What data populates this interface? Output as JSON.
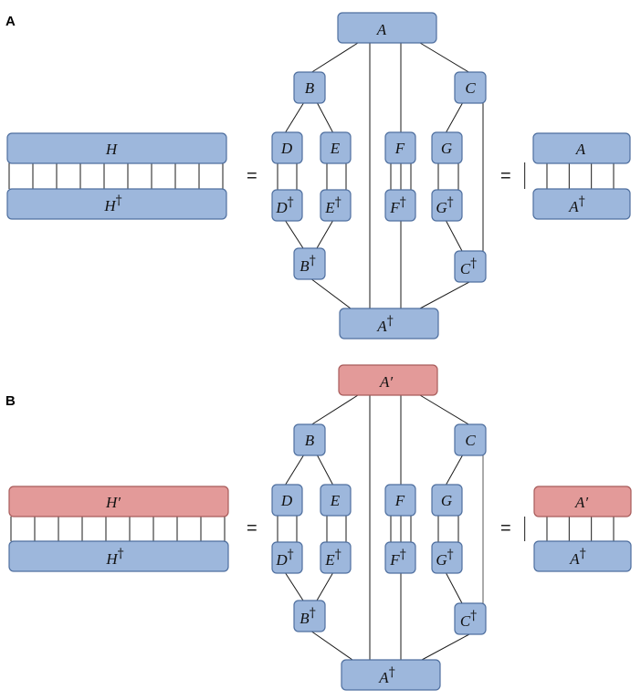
{
  "colors": {
    "blue_fill": "#9db7dc",
    "blue_stroke": "#4f6f9f",
    "red_fill": "#e39a99",
    "red_stroke": "#a85c5b"
  },
  "panels": {
    "a": {
      "label": "A",
      "left": {
        "top": "H",
        "bottom": "H",
        "bottom_mark": "†"
      },
      "equals_1": "=",
      "equals_2": "=",
      "center": {
        "top": "A",
        "bottom": "A",
        "bottom_mark": "†",
        "b": "B",
        "b_dag": "B",
        "c": "C",
        "c_dag": "C",
        "d": "D",
        "d_dag": "D",
        "e": "E",
        "e_dag": "E",
        "f": "F",
        "f_dag": "F",
        "g": "G",
        "g_dag": "G",
        "mark": "†"
      },
      "right": {
        "top": "A",
        "bottom": "A",
        "bottom_mark": "†"
      }
    },
    "b": {
      "label": "B",
      "left": {
        "top": "H′",
        "bottom": "H",
        "bottom_mark": "†"
      },
      "equals_1": "=",
      "equals_2": "=",
      "center": {
        "top": "A′",
        "bottom": "A",
        "bottom_mark": "†",
        "b": "B",
        "b_dag": "B",
        "c": "C",
        "c_dag": "C",
        "d": "D",
        "d_dag": "D",
        "e": "E",
        "e_dag": "E",
        "f": "F",
        "f_dag": "F",
        "g": "G",
        "g_dag": "G",
        "mark": "†"
      },
      "right": {
        "top": "A′",
        "bottom": "A",
        "bottom_mark": "†"
      }
    }
  }
}
